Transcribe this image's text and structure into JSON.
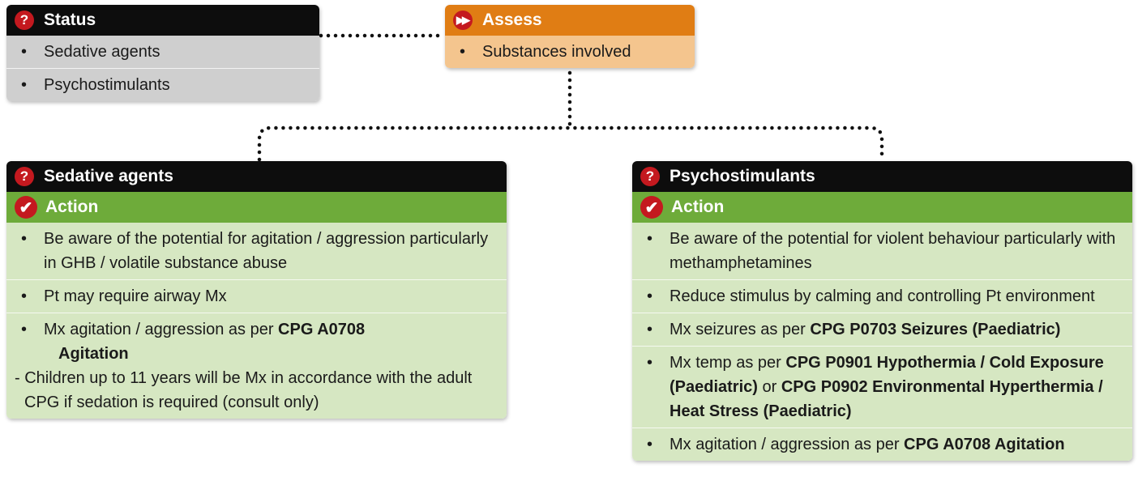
{
  "status": {
    "title": "Status",
    "items": [
      "Sedative agents",
      "Psychostimulants"
    ]
  },
  "assess": {
    "title": "Assess",
    "items": [
      "Substances involved"
    ]
  },
  "sedative": {
    "title": "Sedative agents",
    "action_label": "Action",
    "items": [
      {
        "text": "Be aware of the potential for agitation / aggression particularly in GHB / volatile substance abuse"
      },
      {
        "text": "Pt may require airway Mx"
      },
      {
        "text": "Mx agitation / aggression as per ",
        "bold": "CPG A0708",
        "bold2": "Agitation",
        "note": "- Children up to 11 years will be Mx in accordance with the adult CPG if sedation is required (consult only)"
      }
    ]
  },
  "psycho": {
    "title": "Psychostimulants",
    "action_label": "Action",
    "items": [
      {
        "text": "Be aware of the potential for violent behaviour particularly with methamphetamines"
      },
      {
        "text": "Reduce stimulus by calming and controlling Pt environment"
      },
      {
        "text": "Mx seizures as per ",
        "bold": "CPG P0703 Seizures (Paediatric)"
      },
      {
        "text": "Mx temp as per ",
        "bold": "CPG P0901 Hypothermia / Cold Exposure (Paediatric)",
        "mid": " or ",
        "bold2": "CPG P0902 Environmental Hyperthermia / Heat Stress (Paediatric)"
      },
      {
        "text": "Mx agitation / aggression as per ",
        "bold": "CPG A0708 Agitation"
      }
    ]
  },
  "icons": {
    "question": "?",
    "fast_forward": "▶▶",
    "check": "✔"
  },
  "colors": {
    "header_black": "#0d0d0d",
    "header_orange": "#e07d14",
    "action_green": "#6eab3a",
    "icon_red": "#c4191f",
    "status_body": "#cfcfcf",
    "assess_body": "#f4c58e",
    "action_body": "#d6e7c2"
  }
}
